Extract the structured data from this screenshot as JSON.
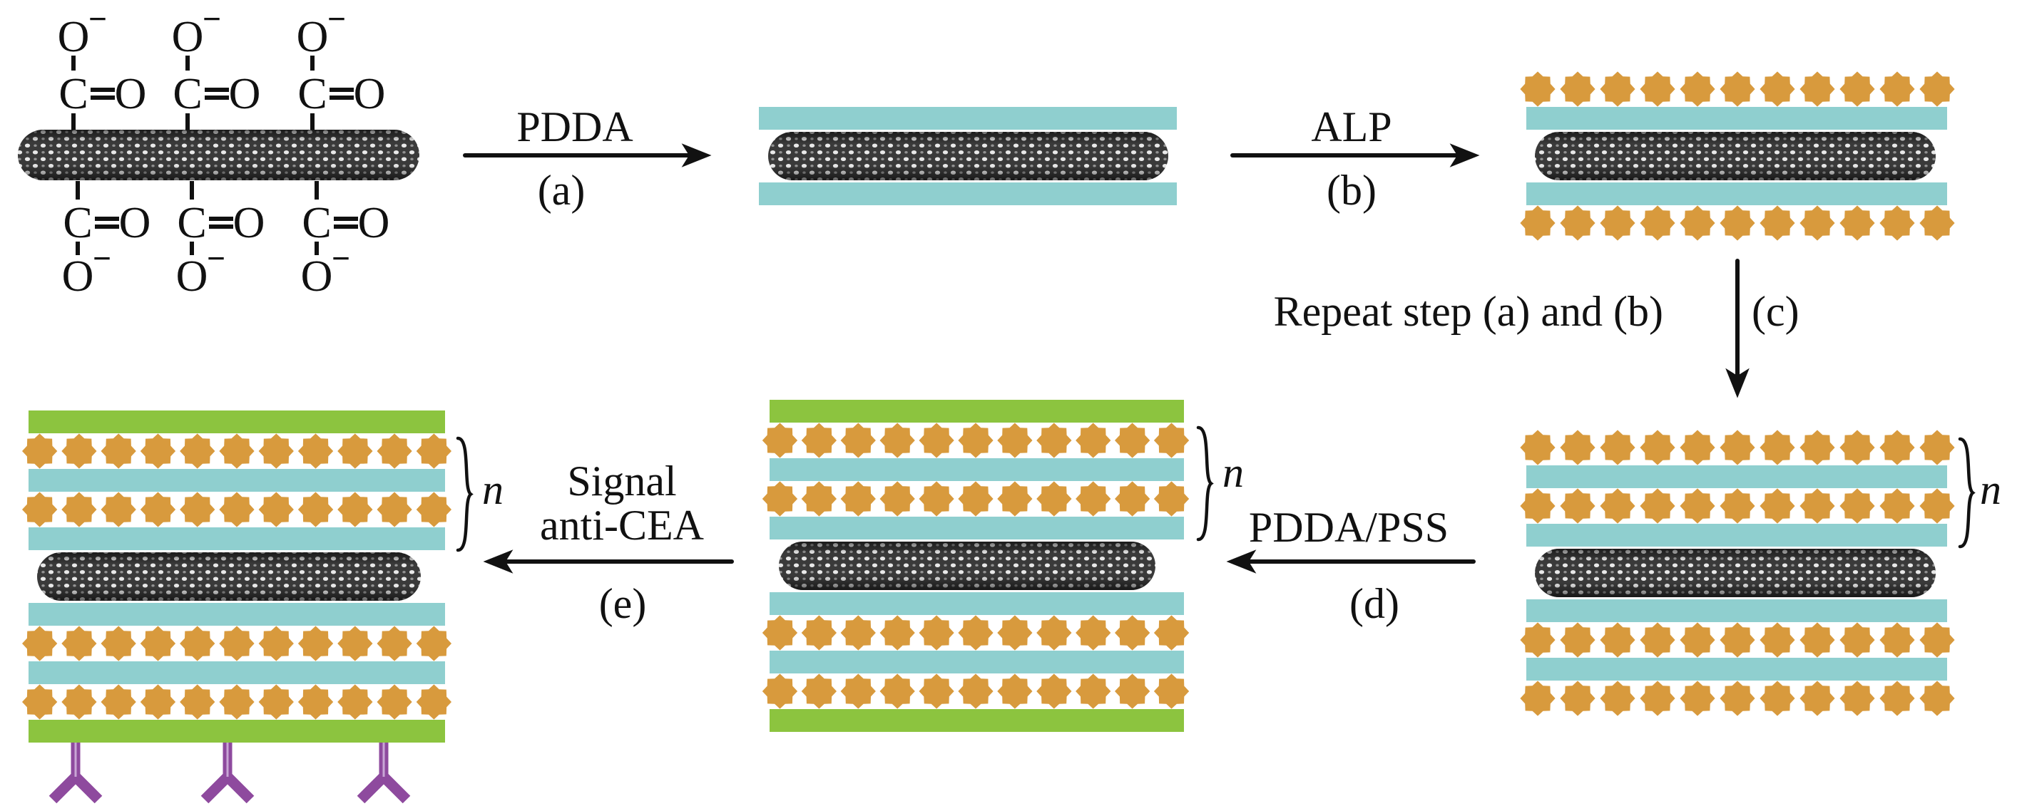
{
  "figure": {
    "title": "Layer-by-layer assembly of PDDA / ALP multilayers on carboxylated carbon nanotube and anti-CEA labeling"
  },
  "colors": {
    "pdda_layer": "#8fcfcf",
    "alp_enzyme": "#d89a3d",
    "pss_layer": "#8cc43f",
    "antibody": "#8e4a9e",
    "nanotube": "#3a3a3a",
    "text": "#111111"
  },
  "legend_semantics": {
    "teal_bar": "PDDA",
    "orange_star": "ALP",
    "green_bar": "PSS",
    "purple_y": "anti-CEA antibody",
    "gray_tube": "carbon nanotube"
  },
  "carboxyl_groups": {
    "top": [
      {
        "anion": "O",
        "charge": "−",
        "group": "C",
        "double_bond": "=",
        "oxygen": "O"
      },
      {
        "anion": "O",
        "charge": "−",
        "group": "C",
        "double_bond": "=",
        "oxygen": "O"
      },
      {
        "anion": "O",
        "charge": "−",
        "group": "C",
        "double_bond": "=",
        "oxygen": "O"
      }
    ],
    "bottom": [
      {
        "anion": "O",
        "charge": "−",
        "group": "C",
        "double_bond": "=",
        "oxygen": "O"
      },
      {
        "anion": "O",
        "charge": "−",
        "group": "C",
        "double_bond": "=",
        "oxygen": "O"
      },
      {
        "anion": "O",
        "charge": "−",
        "group": "C",
        "double_bond": "=",
        "oxygen": "O"
      }
    ]
  },
  "steps": [
    {
      "id": "a",
      "reagent": "PDDA",
      "label": "(a)",
      "direction": "right"
    },
    {
      "id": "b",
      "reagent": "ALP",
      "label": "(b)",
      "direction": "right"
    },
    {
      "id": "c",
      "reagent": "Repeat step (a) and (b)",
      "label": "(c)",
      "direction": "down"
    },
    {
      "id": "d",
      "reagent": "PDDA/PSS",
      "label": "(d)",
      "direction": "left"
    },
    {
      "id": "e",
      "reagent_line1": "Signal",
      "reagent_line2": "anti-CEA",
      "label": "(e)",
      "direction": "left"
    }
  ],
  "repeat_label": "n",
  "stacks": [
    {
      "id": "stack-pdda",
      "layers": [
        "pdda",
        "cnt",
        "pdda"
      ]
    },
    {
      "id": "stack-pdda-alp",
      "layers": [
        "alp",
        "pdda",
        "cnt",
        "pdda",
        "alp"
      ]
    },
    {
      "id": "stack-repeated",
      "layers": [
        "alp",
        "pdda",
        "alp",
        "pdda",
        "cnt",
        "pdda",
        "alp",
        "pdda",
        "alp"
      ],
      "repeat_bracket": true
    },
    {
      "id": "stack-pss-capped",
      "layers": [
        "pss",
        "alp",
        "pdda",
        "alp",
        "pdda",
        "cnt",
        "pdda",
        "alp",
        "pdda",
        "alp",
        "pss"
      ],
      "repeat_bracket": true
    },
    {
      "id": "stack-antibody",
      "layers": [
        "pss",
        "alp",
        "pdda",
        "alp",
        "pdda",
        "cnt",
        "pdda",
        "alp",
        "pdda",
        "alp",
        "pss"
      ],
      "repeat_bracket": true,
      "antibody_count": 3
    }
  ],
  "enzymes_per_row": 11
}
